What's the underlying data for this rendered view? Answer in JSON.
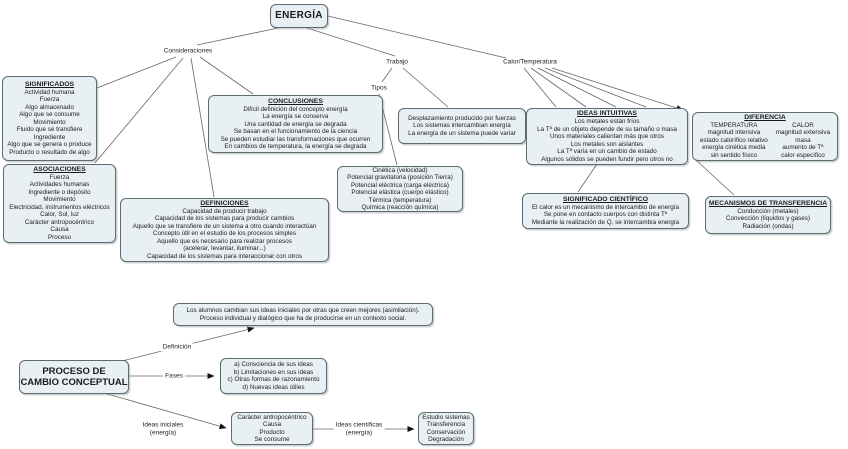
{
  "diagram": {
    "background": "#ffffff",
    "box_fill": "#e9f0f3",
    "box_border": "#5c6b70",
    "line_color": "#666666",
    "arrow_color": "#111111",
    "text_color": "#1b1b1b"
  },
  "nodes": {
    "energia": {
      "title": "ENERGÍA"
    },
    "significados": {
      "title": "SIGNIFICADOS",
      "items": [
        "Actividad humana",
        "Fuerza",
        "Algo almacenado",
        "Algo que se consume",
        "Movimiento",
        "Fluido que se transfiere",
        "Ingrediente",
        "Algo que se genera o produce",
        "Producto o resultado de algo"
      ]
    },
    "asociaciones": {
      "title": "ASOCIACIONES",
      "items": [
        "Fuerza",
        "Actividades humanas",
        "Ingrediente o depósito",
        "Movimiento",
        "Electricidad, instrumentos eléctricos",
        "Calor, Sol, luz",
        "Carácter antropocéntrico",
        "Causa",
        "Proceso"
      ]
    },
    "conclusiones": {
      "title": "CONCLUSIONES",
      "items": [
        "Difícil definición del concepto energía",
        "La energía se conserva",
        "Una cantidad de energía se degrada",
        "Se basan en el funcionamiento de la ciencia",
        "Se pueden estudiar las transformaciones que ocurren",
        "En cambios de temperatura, la energía se degrada"
      ]
    },
    "definiciones": {
      "title": "DEFINICIONES",
      "items": [
        "Capacidad de producir trabajo",
        "Capacidad de los sistemas para producir cambios",
        "Aquello que se transfiere de un sistema a otro cuando interactúan",
        "Concepto útil en el estudio de los procesos simples",
        "Aquello que es necesario para realizar procesos",
        "(acelerar, levantar, iluminar...)",
        "Capacidad de los sistemas para interaccionar con otros"
      ]
    },
    "desplazamiento": {
      "items": [
        "Desplazamiento producido por fuerzas",
        "Los sistemas intercambian energía",
        "La energía de un sistema puede variar"
      ]
    },
    "cinetica": {
      "items": [
        "Cinética (velocidad)",
        "Potencial gravitatoria (posición Tierra)",
        "Potencial eléctrica (carga eléctrica)",
        "Potencial elástica (cuerpo elástico)",
        "Térmica (temperatura)",
        "Química (reacción química)"
      ]
    },
    "ideas_intuitivas": {
      "title": "IDEAS INTUITIVAS",
      "items": [
        "Los metales están fríos",
        "La Tª de un objeto depende de su tamaño o masa",
        "Unos materiales calientan más que otros",
        "Los metales son aislantes",
        "La Tª varía en un cambio de estado",
        "Algunos sólidos se pueden fundir pero otros no"
      ]
    },
    "diferencia": {
      "title": "DIFERENCIA",
      "temperatura": {
        "header": "TEMPERATURA",
        "items": [
          "magnitud intensiva",
          "estado calorífico relativo",
          "energía cinética media",
          "sin sentido físico"
        ]
      },
      "calor": {
        "header": "CALOR",
        "items": [
          "magnitud extensiva",
          "masa",
          "aumento de Tª",
          "calor específico"
        ]
      }
    },
    "significado_cientifico": {
      "title": "SIGNIFICADO CIENTÍFICO",
      "items": [
        "El calor es un mecanismo de intercambio de energía",
        "Se pone en contacto cuerpos con distinta Tª",
        "Mediante la realización de Q, se intercambia energía"
      ]
    },
    "mecanismos": {
      "title": "MECANISMOS DE TRANSFERENCIA",
      "items": [
        "Conducción (metales)",
        "Convección (líquidos y gases)",
        "Radiación (ondas)"
      ]
    },
    "asimilacion": {
      "items": [
        "Los alumnos cambian sus ideas iniciales por otras que creen mejores (asimilación).",
        "Proceso individual y dialógico que ha de producirse en un contexto social."
      ]
    },
    "proceso": {
      "items": [
        "PROCESO DE",
        "CAMBIO CONCEPTUAL"
      ]
    },
    "fases_lista": {
      "items": [
        "a) Consciencia de sus ideas",
        "b) Limitaciones en sus ideas",
        "c) Otras formas de razonamiento",
        "d) Nuevas ideas útiles"
      ]
    },
    "ideas_iniciales_caract": {
      "items": [
        "Carácter antropocéntrico",
        "Causa",
        "Producto",
        "Se consume"
      ]
    },
    "estudio": {
      "items": [
        "Estudio sistemas",
        "Transferencia",
        "Conservación",
        "Degradación"
      ]
    }
  },
  "links": {
    "consideraciones": "Consideraciones",
    "trabajo": "Trabajo",
    "tipos": "Tipos",
    "calor_temperatura": "Calor/Temperatura",
    "definicion": "Definición",
    "fases": "Fases",
    "ideas_iniciales": {
      "items": [
        "Ideas iniciales",
        "(energía)"
      ]
    },
    "ideas_cientificas": {
      "items": [
        "Ideas científicas",
        "(energía)"
      ]
    }
  }
}
